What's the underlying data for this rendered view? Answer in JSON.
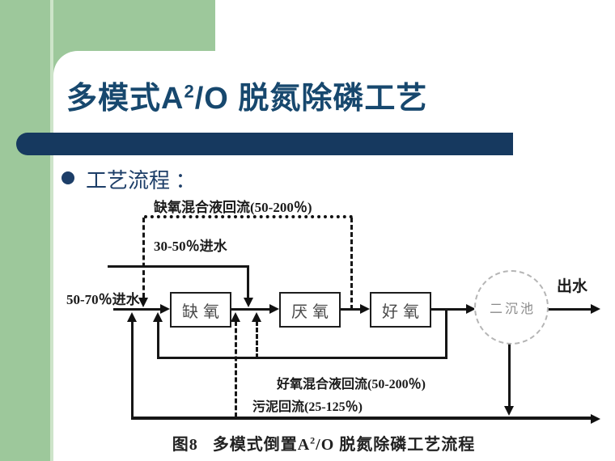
{
  "slide": {
    "title": {
      "pre": "多模式A",
      "sup": "2",
      "post": "/O 脱氮除磷工艺"
    },
    "bullet": {
      "label": "工艺流程 ："
    },
    "diagram": {
      "labels": {
        "anoxic_recycle": "缺氧混合液回流(50-200％)",
        "feed_30_50": "30-50％进水",
        "feed_50_70": "50-70％进水",
        "effluent": "出水",
        "aerobic_recycle": "好氧混合液回流(50-200％)",
        "sludge_return": "污泥回流(25-125％)"
      },
      "boxes": [
        {
          "label": "缺氧"
        },
        {
          "label": "厌氧"
        },
        {
          "label": "好氧"
        }
      ],
      "clarifier_label": "二沉池",
      "caption": {
        "fig": "图8",
        "pre": "多模式倒置A",
        "sup": "2",
        "post": "/O 脱氮除磷工艺流程"
      }
    },
    "colors": {
      "sidebar_green": "#9dc89b",
      "sidebar_edge": "#cde4c9",
      "navy_bar": "#16395f",
      "title_text": "#17486e",
      "diagram_ink": "#161616"
    }
  }
}
